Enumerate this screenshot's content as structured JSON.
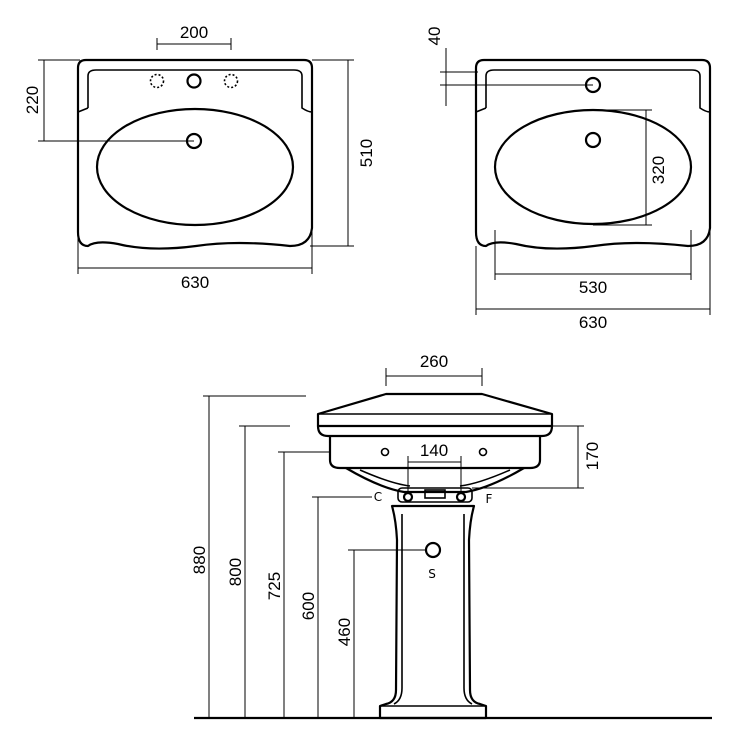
{
  "top_view_left": {
    "dimensions": {
      "tap_spacing": "200",
      "depth_to_drain": "220",
      "overall_depth": "510",
      "overall_width": "630"
    }
  },
  "top_view_right": {
    "dimensions": {
      "tap_offset": "40",
      "bowl_depth": "320",
      "bowl_width": "530",
      "overall_width": "630"
    }
  },
  "front_view": {
    "dimensions": {
      "top_width": "260",
      "overflow_spacing": "140",
      "basin_height": "170",
      "height_total": "880",
      "height_rim": "800",
      "height_overflow": "725",
      "height_connections": "600",
      "height_waste": "460"
    },
    "labels": {
      "cold": "C",
      "hot": "F",
      "waste": "S"
    }
  }
}
